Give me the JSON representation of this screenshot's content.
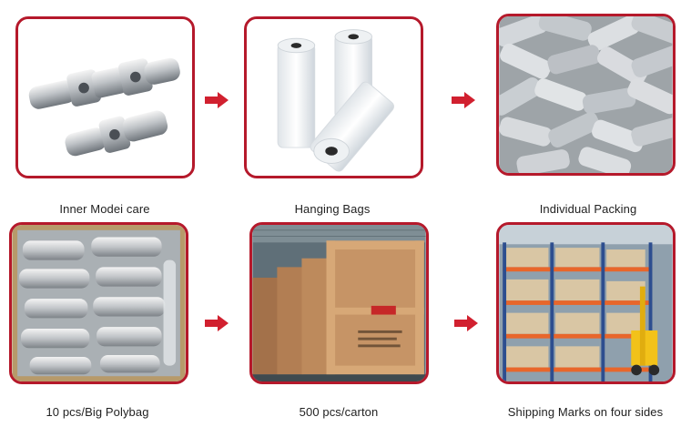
{
  "steps": [
    {
      "caption": "Inner Modei care",
      "image": "universal-joints-photo"
    },
    {
      "caption": "Hanging Bags",
      "image": "film-rolls-photo"
    },
    {
      "caption": "Individual Packing",
      "image": "individually-bagged-parts-photo"
    },
    {
      "caption": "10 pcs/Big Polybag",
      "image": "parts-in-polybag-photo"
    },
    {
      "caption": "500 pcs/carton",
      "image": "wooden-cartons-photo"
    },
    {
      "caption": "Shipping Marks on four sides",
      "image": "warehouse-racks-photo"
    }
  ],
  "colors": {
    "accent": "#b5192b",
    "arrow": "#d1202f"
  },
  "icons": {
    "arrow": "right-arrow-icon"
  }
}
